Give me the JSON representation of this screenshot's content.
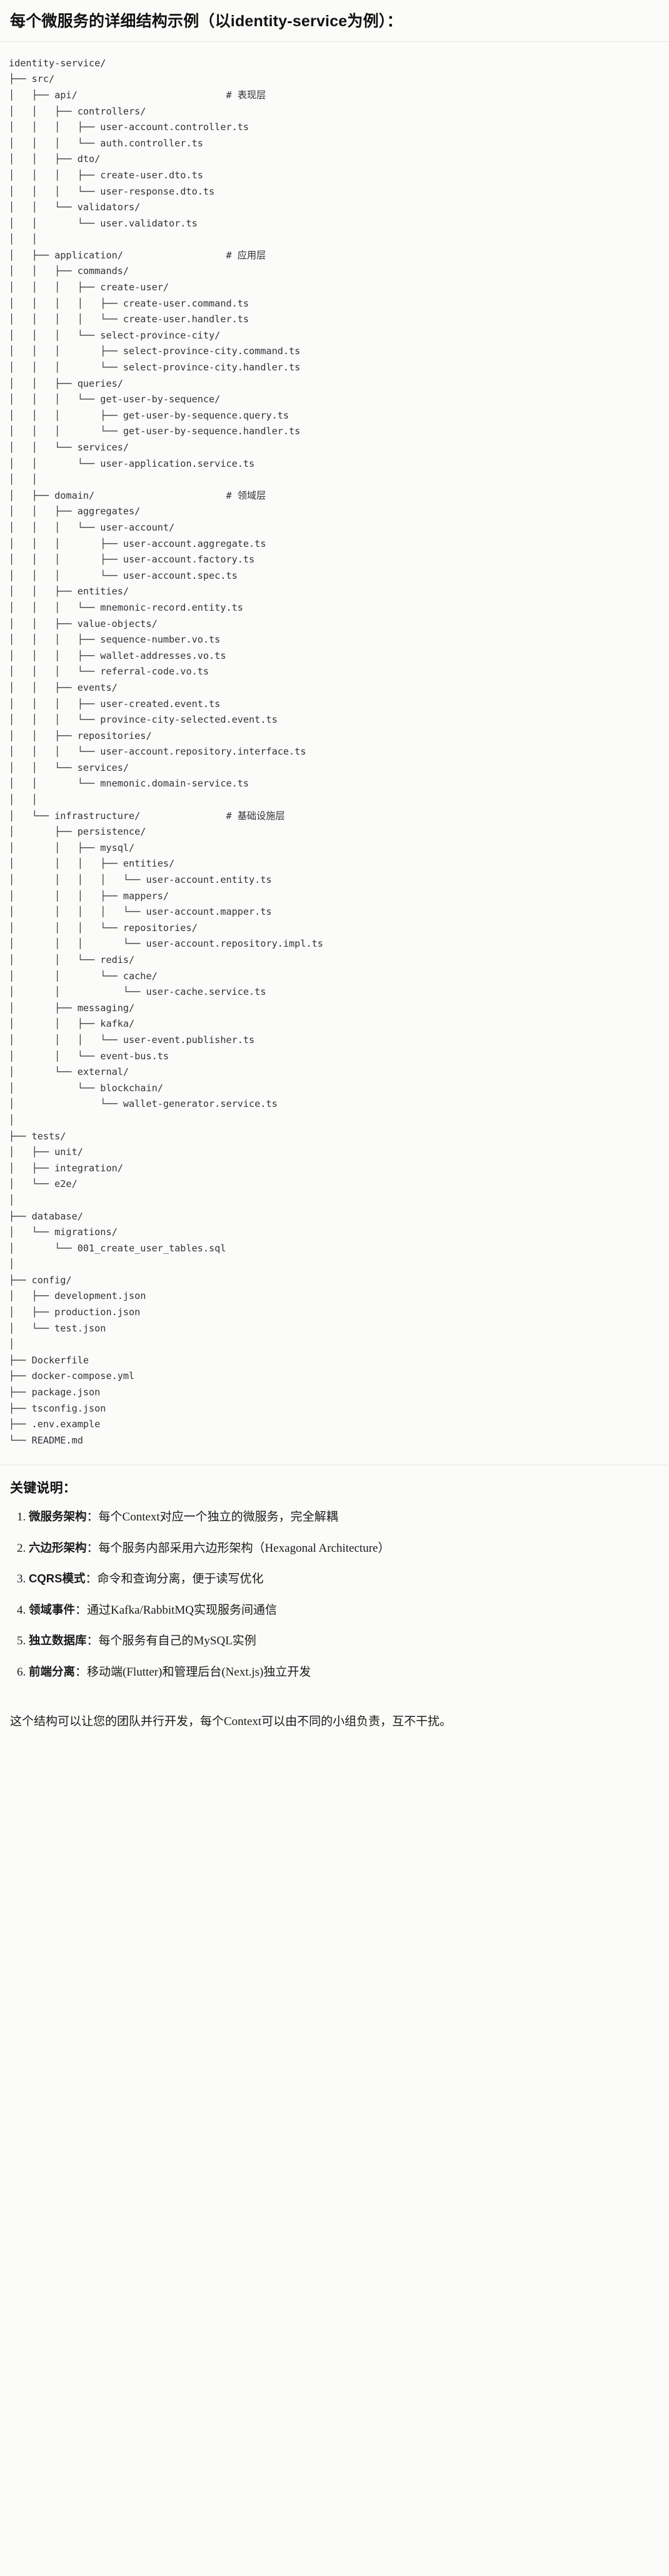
{
  "header": {
    "title": "每个微服务的详细结构示例（以identity-service为例）："
  },
  "tree": {
    "root": "identity-service/",
    "text": "identity-service/\n├── src/\n│   ├── api/                          # 表现层\n│   │   ├── controllers/\n│   │   │   ├── user-account.controller.ts\n│   │   │   └── auth.controller.ts\n│   │   ├── dto/\n│   │   │   ├── create-user.dto.ts\n│   │   │   └── user-response.dto.ts\n│   │   └── validators/\n│   │       └── user.validator.ts\n│   │\n│   ├── application/                  # 应用层\n│   │   ├── commands/\n│   │   │   ├── create-user/\n│   │   │   │   ├── create-user.command.ts\n│   │   │   │   └── create-user.handler.ts\n│   │   │   └── select-province-city/\n│   │   │       ├── select-province-city.command.ts\n│   │   │       └── select-province-city.handler.ts\n│   │   ├── queries/\n│   │   │   └── get-user-by-sequence/\n│   │   │       ├── get-user-by-sequence.query.ts\n│   │   │       └── get-user-by-sequence.handler.ts\n│   │   └── services/\n│   │       └── user-application.service.ts\n│   │\n│   ├── domain/                       # 领域层\n│   │   ├── aggregates/\n│   │   │   └── user-account/\n│   │   │       ├── user-account.aggregate.ts\n│   │   │       ├── user-account.factory.ts\n│   │   │       └── user-account.spec.ts\n│   │   ├── entities/\n│   │   │   └── mnemonic-record.entity.ts\n│   │   ├── value-objects/\n│   │   │   ├── sequence-number.vo.ts\n│   │   │   ├── wallet-addresses.vo.ts\n│   │   │   └── referral-code.vo.ts\n│   │   ├── events/\n│   │   │   ├── user-created.event.ts\n│   │   │   └── province-city-selected.event.ts\n│   │   ├── repositories/\n│   │   │   └── user-account.repository.interface.ts\n│   │   └── services/\n│   │       └── mnemonic.domain-service.ts\n│   │\n│   └── infrastructure/               # 基础设施层\n│       ├── persistence/\n│       │   ├── mysql/\n│       │   │   ├── entities/\n│       │   │   │   └── user-account.entity.ts\n│       │   │   ├── mappers/\n│       │   │   │   └── user-account.mapper.ts\n│       │   │   └── repositories/\n│       │   │       └── user-account.repository.impl.ts\n│       │   └── redis/\n│       │       └── cache/\n│       │           └── user-cache.service.ts\n│       ├── messaging/\n│       │   ├── kafka/\n│       │   │   └── user-event.publisher.ts\n│       │   └── event-bus.ts\n│       └── external/\n│           └── blockchain/\n│               └── wallet-generator.service.ts\n│\n├── tests/\n│   ├── unit/\n│   ├── integration/\n│   └── e2e/\n│\n├── database/\n│   └── migrations/\n│       └── 001_create_user_tables.sql\n│\n├── config/\n│   ├── development.json\n│   ├── production.json\n│   └── test.json\n│\n├── Dockerfile\n├── docker-compose.yml\n├── package.json\n├── tsconfig.json\n├── .env.example\n└── README.md",
    "layer_comments": [
      "# 表现层",
      "# 应用层",
      "# 领域层",
      "# 基础设施层"
    ]
  },
  "notes": {
    "heading": "关键说明：",
    "items": [
      {
        "label": "微服务架构",
        "body": "：每个Context对应一个独立的微服务，完全解耦"
      },
      {
        "label": "六边形架构",
        "body": "：每个服务内部采用六边形架构（Hexagonal Architecture）"
      },
      {
        "label": "CQRS模式",
        "body": "：命令和查询分离，便于读写优化"
      },
      {
        "label": "领域事件",
        "body": "：通过Kafka/RabbitMQ实现服务间通信"
      },
      {
        "label": "独立数据库",
        "body": "：每个服务有自己的MySQL实例"
      },
      {
        "label": "前端分离",
        "body": "：移动端(Flutter)和管理后台(Next.js)独立开发"
      }
    ],
    "closing": "这个结构可以让您的团队并行开发，每个Context可以由不同的小组负责，互不干扰。"
  }
}
